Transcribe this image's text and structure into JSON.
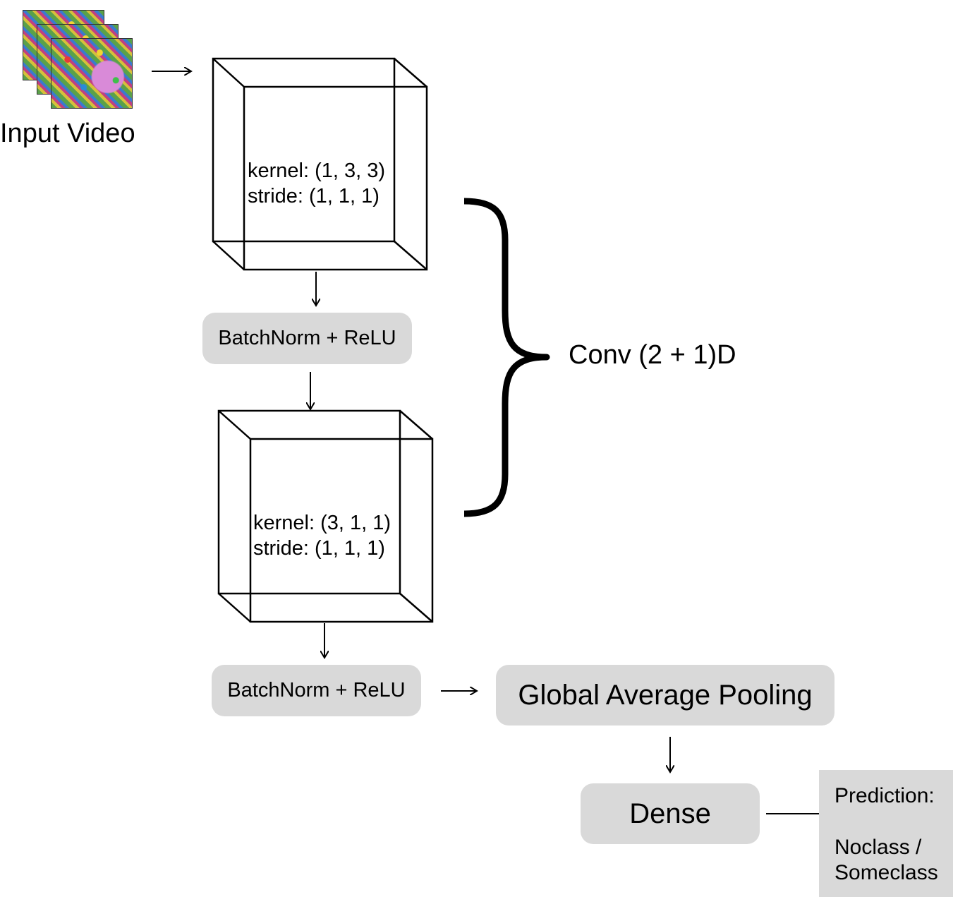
{
  "input": {
    "label": "Input Video"
  },
  "conv1": {
    "kernel": "kernel: (1, 3, 3)",
    "stride": "stride: (1, 1, 1)"
  },
  "bn1": {
    "label": "BatchNorm + ReLU"
  },
  "conv2": {
    "kernel": "kernel: (3, 1, 1)",
    "stride": "stride: (1, 1, 1)"
  },
  "bn2": {
    "label": "BatchNorm + ReLU"
  },
  "group": {
    "label": "Conv (2 + 1)D"
  },
  "gap": {
    "label": "Global Average Pooling"
  },
  "dense": {
    "label": "Dense"
  },
  "prediction": {
    "title": "Prediction:",
    "line1": "Noclass /",
    "line2": "Someclass"
  },
  "colors": {
    "box_fill": "#d9d9d9",
    "stroke": "#000000"
  }
}
